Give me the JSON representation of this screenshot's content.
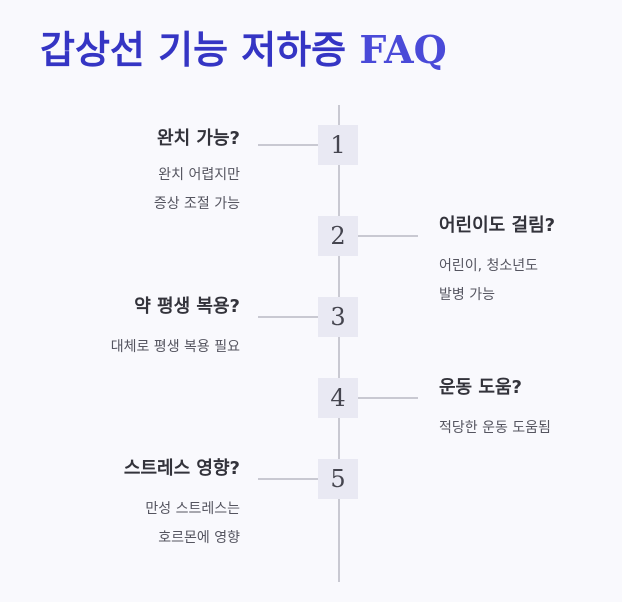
{
  "title": {
    "korean": "갑상선 기능 저하증",
    "latin": "FAQ"
  },
  "faq": [
    {
      "number": "1",
      "question": "완치 가능?",
      "answer_lines": [
        "완치 어렵지만",
        "증상 조절 가능"
      ]
    },
    {
      "number": "2",
      "question": "어린이도 걸림?",
      "answer_lines": [
        "어린이, 청소년도",
        "발병  가능"
      ]
    },
    {
      "number": "3",
      "question": "약 평생 복용?",
      "answer_lines": [
        "대체로 평생 복용 필요"
      ]
    },
    {
      "number": "4",
      "question": "운동 도움?",
      "answer_lines": [
        "적당한 운동 도움됨"
      ]
    },
    {
      "number": "5",
      "question": "스트레스 영향?",
      "answer_lines": [
        "만성 스트레스는",
        "호르몬에 영향"
      ]
    }
  ],
  "colors": {
    "title": "#3535c4",
    "line": "#c9c9d2",
    "box": "#e9e9f3"
  }
}
